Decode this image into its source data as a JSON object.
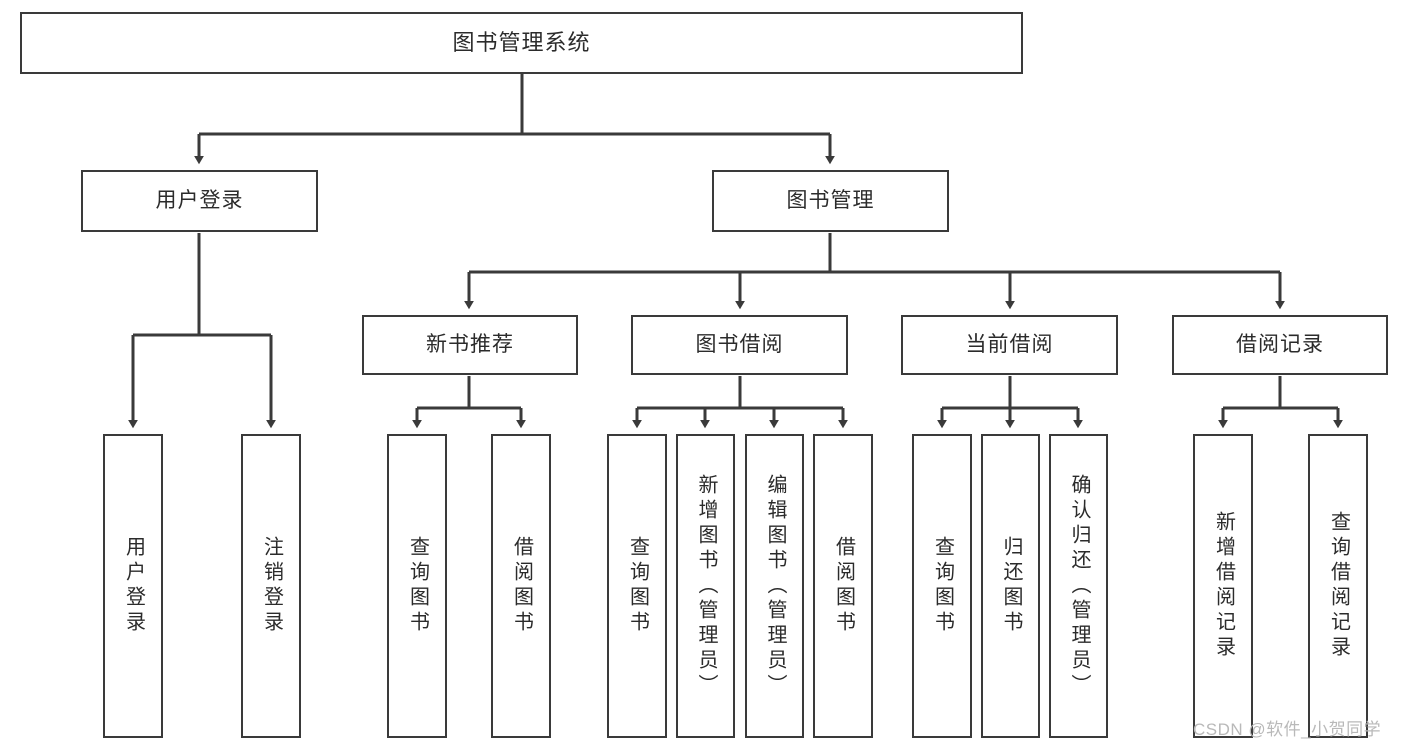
{
  "diagram": {
    "title": "图书管理系统",
    "type": "tree",
    "watermark": "CSDN @软件_小贺同学",
    "colors": {
      "stroke": "#3a3a3a",
      "fill": "#ffffff",
      "text": "#2b2b2b",
      "watermark": "#b9b9b9"
    },
    "nodes": {
      "root": {
        "label": "图书管理系统"
      },
      "level2": [
        {
          "id": "user-login",
          "label": "用户登录"
        },
        {
          "id": "book-manage",
          "label": "图书管理"
        }
      ],
      "level3": [
        {
          "id": "new-book-recommend",
          "label": "新书推荐"
        },
        {
          "id": "book-borrow",
          "label": "图书借阅"
        },
        {
          "id": "current-borrow",
          "label": "当前借阅"
        },
        {
          "id": "borrow-record",
          "label": "借阅记录"
        }
      ],
      "leaves": {
        "user-login": [
          {
            "id": "leaf-user-login",
            "label": "用户登录"
          },
          {
            "id": "leaf-user-logout",
            "label": "注销登录"
          }
        ],
        "new-book-recommend": [
          {
            "id": "leaf-query-book-1",
            "label": "查询图书"
          },
          {
            "id": "leaf-borrow-book-1",
            "label": "借阅图书"
          }
        ],
        "book-borrow": [
          {
            "id": "leaf-query-book-2",
            "label": "查询图书"
          },
          {
            "id": "leaf-add-book",
            "label": "新增图书（管理员）"
          },
          {
            "id": "leaf-edit-book",
            "label": "编辑图书（管理员）"
          },
          {
            "id": "leaf-borrow-book-2",
            "label": "借阅图书"
          }
        ],
        "current-borrow": [
          {
            "id": "leaf-query-book-3",
            "label": "查询图书"
          },
          {
            "id": "leaf-return-book",
            "label": "归还图书"
          },
          {
            "id": "leaf-confirm-return",
            "label": "确认归还（管理员）"
          }
        ],
        "borrow-record": [
          {
            "id": "leaf-add-record",
            "label": "新增借阅记录"
          },
          {
            "id": "leaf-query-record",
            "label": "查询借阅记录"
          }
        ]
      }
    }
  }
}
